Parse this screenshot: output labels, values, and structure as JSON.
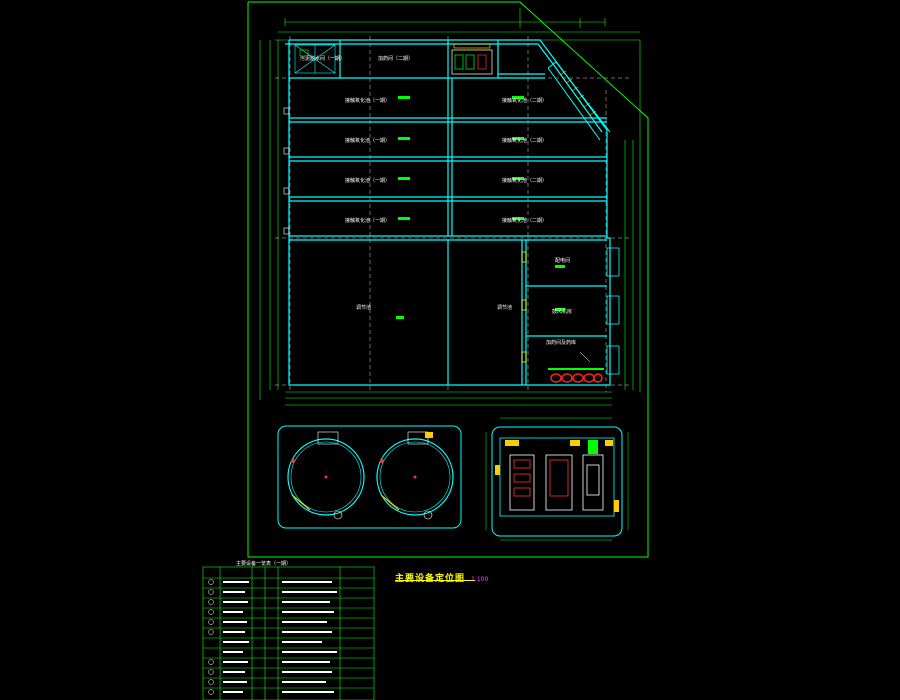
{
  "drawing": {
    "title": "主要设备定位图",
    "scale": "1:100",
    "table_title": "主要设备一览表（一期）"
  },
  "rooms": {
    "top_row": [
      "",
      "污泥脱水间（一期）",
      "加药间（二期）"
    ],
    "tank_row_1": [
      "接触氧化池（一期）",
      "接触氧化池（二期）"
    ],
    "tank_row_2": [
      "接触氧化池（一期）",
      "接触氧化池（二期）"
    ],
    "tank_row_3": [
      "接触氧化池（一期）",
      "接触氧化池（二期）"
    ],
    "tank_row_4": [
      "接触氧化池（一期）",
      "接触氧化池（二期）"
    ],
    "big_left": "调节池",
    "big_right": "调节池",
    "side_rooms": [
      "配电间",
      "鼓风机房",
      "加药间及药库"
    ]
  },
  "colors": {
    "background": "#000000",
    "wall": "#00ffff",
    "dimension": "#00ff00",
    "frame": "#7fffd4",
    "grid_axis": "#ffffff",
    "title": "#ffff00",
    "scale": "#ff40ff",
    "equipment_red": "#ff2020",
    "equipment_yellow": "#ffcc00"
  },
  "legend": {
    "row_count": 15
  }
}
